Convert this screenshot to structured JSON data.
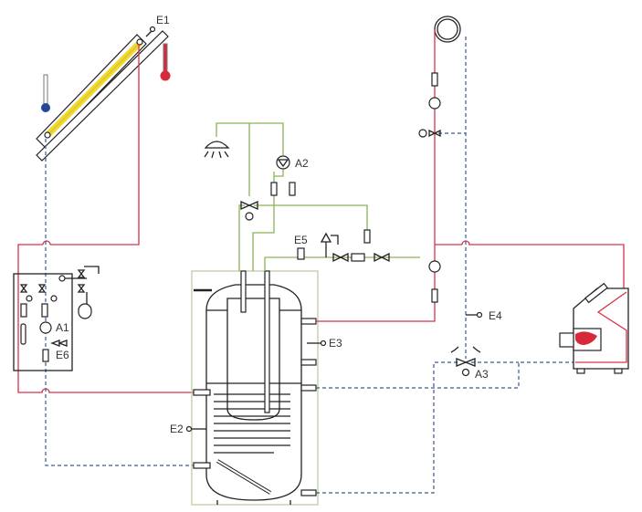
{
  "diagram": {
    "title": "Solar thermal and boiler heating system schematic",
    "labels": {
      "e1": "E1",
      "a2": "A2",
      "e5": "E5",
      "a1": "A1",
      "e6": "E6",
      "e4": "E4",
      "e3": "E3",
      "a3": "A3",
      "e2": "E2"
    },
    "colors": {
      "flow": "#d6334a",
      "return": "#3c5a8c",
      "potable": "#8ab35a",
      "collector": "#f2d82a",
      "hot": "#d62a3a",
      "cold": "#24459a"
    }
  }
}
